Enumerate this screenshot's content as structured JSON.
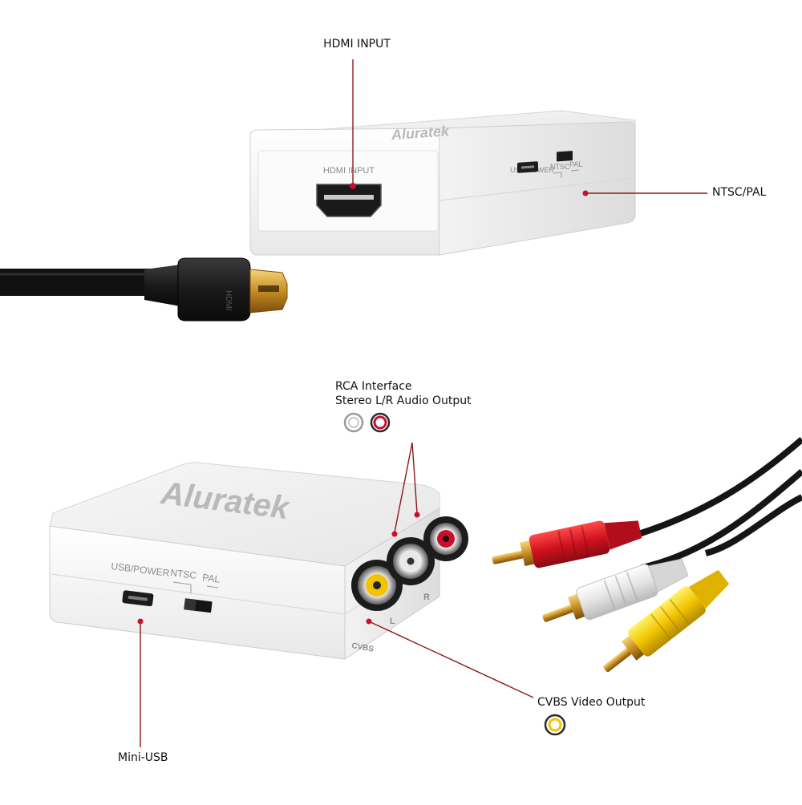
{
  "callouts": {
    "hdmi_input": "HDMI INPUT",
    "ntsc_pal": "NTSC/PAL",
    "rca_interface_line1": "RCA Interface",
    "rca_interface_line2": "Stereo L/R Audio Output",
    "cvbs_video_output": "CVBS Video Output",
    "mini_usb": "Mini-USB"
  },
  "device_top": {
    "port_label": "HDMI INPUT",
    "usb_power_label": "USB/POWER",
    "ntsc_label": "NTSC",
    "pal_label": "PAL",
    "brand": "Aluratek"
  },
  "device_bottom": {
    "brand": "Aluratek",
    "usb_power_label": "USB/POWER",
    "ntsc_label": "NTSC",
    "pal_label": "PAL",
    "left_jack_label": "L",
    "right_jack_label": "R",
    "cvbs_label": "CVBS"
  },
  "cable": {
    "hdmi_plug_text": "HDMI"
  },
  "colors": {
    "callout_line": "#8b1a1a",
    "rca_red": "#c8102e",
    "rca_white": "#d9d9d9",
    "rca_yellow": "#f5d000",
    "device_body": "#f4f4f4",
    "gold_connector": "#d4a23a"
  }
}
